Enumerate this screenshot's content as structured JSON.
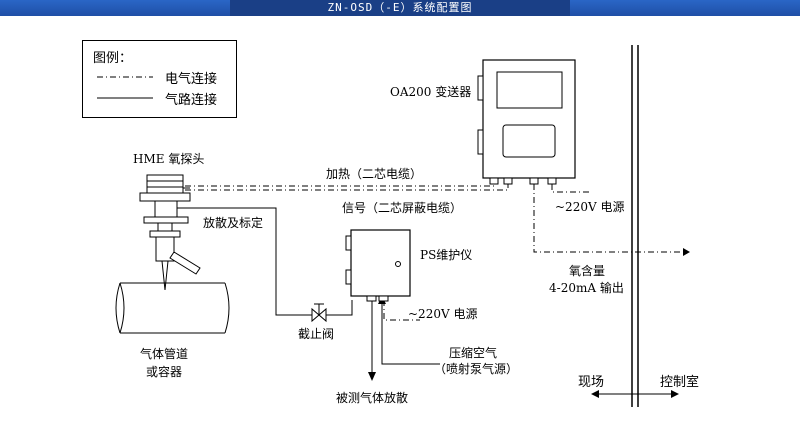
{
  "header": {
    "title": "ZN-OSD（-E）系统配置图"
  },
  "legend": {
    "title": "图例：",
    "items": [
      {
        "label": "电气连接",
        "style": "dash-dot"
      },
      {
        "label": "气路连接",
        "style": "solid"
      }
    ]
  },
  "components": {
    "transmitter": "OA200 变送器",
    "probe": "HME 氧探头",
    "protector": "PS维护仪",
    "pipe": [
      "气体管道",
      "或容器"
    ],
    "valve": "截止阀"
  },
  "labels": {
    "heating": "加热（二芯电缆）",
    "signal": "信号（二芯屏蔽电缆）",
    "power_transmitter": "~220V 电源",
    "power_protector": "~220V 电源",
    "vent_calibrate": "放散及标定",
    "compressed_air": [
      "压缩空气",
      "（喷射泵气源）"
    ],
    "measured_gas_vent": "被测气体放散",
    "output": [
      "氧含量",
      "4-20mA 输出"
    ],
    "field": "现场",
    "control_room": "控制室"
  },
  "colors": {
    "title_bar": "#2a66c6",
    "title_band": "#1a3f86",
    "line": "#000000"
  }
}
